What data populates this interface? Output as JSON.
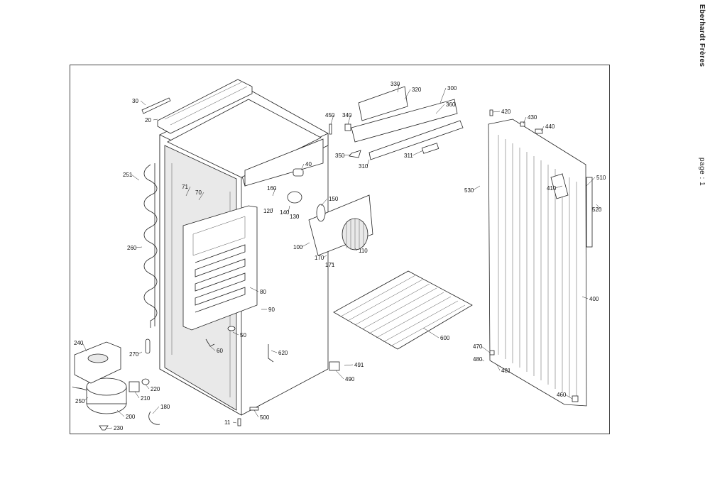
{
  "header": {
    "brand": "Eberhardt Frères",
    "page": "page : 1"
  },
  "labels": [
    "30",
    "20",
    "251",
    "71",
    "70",
    "260",
    "80",
    "90",
    "50",
    "60",
    "620",
    "240",
    "270",
    "250",
    "210",
    "220",
    "200",
    "180",
    "230",
    "11",
    "500",
    "40",
    "160",
    "120",
    "140",
    "130",
    "150",
    "100",
    "110",
    "170",
    "171",
    "450",
    "340",
    "330",
    "320",
    "300",
    "360",
    "350",
    "310",
    "311",
    "600",
    "491",
    "490",
    "420",
    "430",
    "440",
    "530",
    "410",
    "510",
    "520",
    "400",
    "470",
    "480",
    "481",
    "460"
  ]
}
